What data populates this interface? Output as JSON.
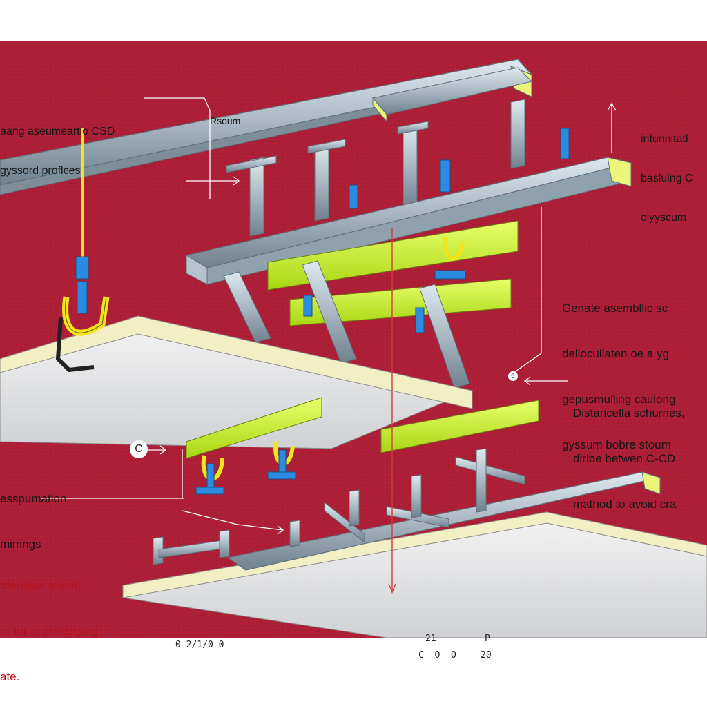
{
  "colors": {
    "background": "#ac1f36",
    "steel": "#a9b8c2",
    "steel_dark": "#6f818e",
    "accent_green": "#c6f11a",
    "hanger_blue": "#2b8be0",
    "clip_yellow": "#f3e51d",
    "board": "#e8e9ea",
    "board_edge": "#f3efc4",
    "leader": "#ffffff"
  },
  "labels": {
    "top_left": [
      "aang aseumeartio CSD",
      "gyssord proflces"
    ],
    "top_center": "Rsoum",
    "top_right": [
      "infunnitatl",
      "basluing C",
      "o'yyscum"
    ],
    "mid_right": [
      "Genate asembllic sc",
      "dellocullaten oe a yg",
      "gepusmulling caulong",
      "gyssum bobre stoum"
    ],
    "lower_right": [
      "Distancella schurnes,",
      "dlrlbe betwen C-CD",
      "mathod to avoid cra"
    ],
    "left_mid": [
      "esspumation",
      "mimngs"
    ],
    "bottom_left": [
      "oferlalan meod,",
      "or for to pocanging",
      "ate."
    ]
  },
  "badges": {
    "lower_right": "e",
    "left": "C"
  },
  "dimensions": {
    "left": "0 2/1/0 0",
    "center_top": "21",
    "center_bottom": "C  O  O",
    "right_top": "P",
    "right_bottom": "20"
  },
  "icons": [
    "hanger-clip-icon",
    "suspension-rod-icon",
    "arrow-icon"
  ]
}
